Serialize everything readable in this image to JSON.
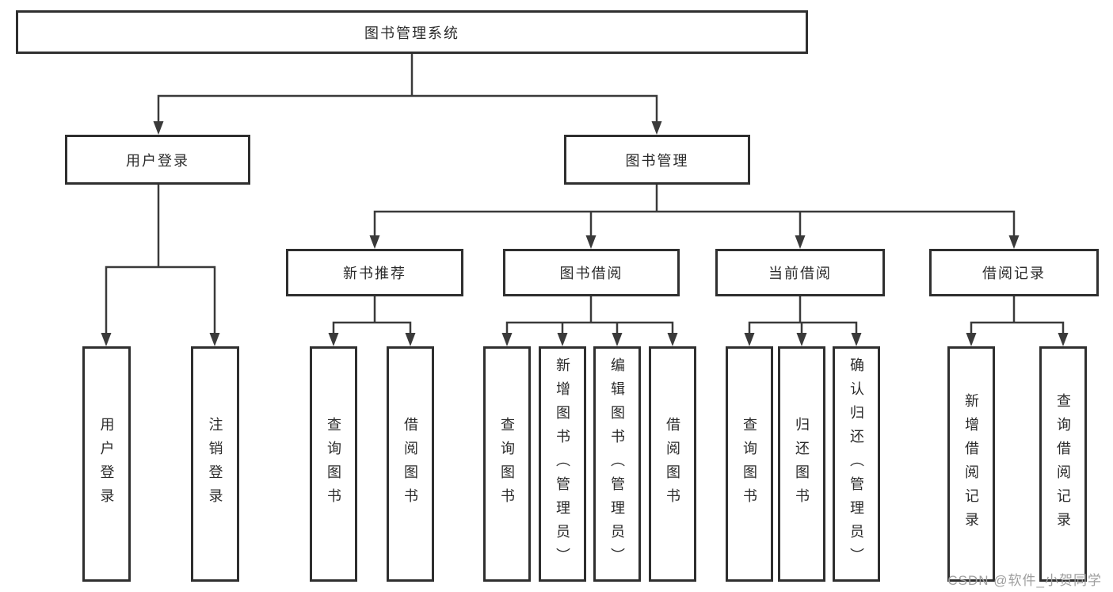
{
  "colors": {
    "line": "#3a3a3a",
    "box_border": "#2f2f2f",
    "text": "#2b2b2b",
    "background": "#ffffff",
    "watermark": "#9e9e9e"
  },
  "root": {
    "label": "图书管理系统",
    "children": [
      {
        "label": "用户登录",
        "children": [
          {
            "label": "用户登录"
          },
          {
            "label": "注销登录"
          }
        ]
      },
      {
        "label": "图书管理",
        "children": [
          {
            "label": "新书推荐",
            "children": [
              {
                "label": "查询图书"
              },
              {
                "label": "借阅图书"
              }
            ]
          },
          {
            "label": "图书借阅",
            "children": [
              {
                "label": "查询图书"
              },
              {
                "label": "新增图书（管理员）"
              },
              {
                "label": "编辑图书（管理员）"
              },
              {
                "label": "借阅图书"
              }
            ]
          },
          {
            "label": "当前借阅",
            "children": [
              {
                "label": "查询图书"
              },
              {
                "label": "归还图书"
              },
              {
                "label": "确认归还（管理员）"
              }
            ]
          },
          {
            "label": "借阅记录",
            "children": [
              {
                "label": "新增借阅记录"
              },
              {
                "label": "查询借阅记录"
              }
            ]
          }
        ]
      }
    ]
  },
  "watermark": {
    "text": "CSDN @软件_小贺同学"
  }
}
